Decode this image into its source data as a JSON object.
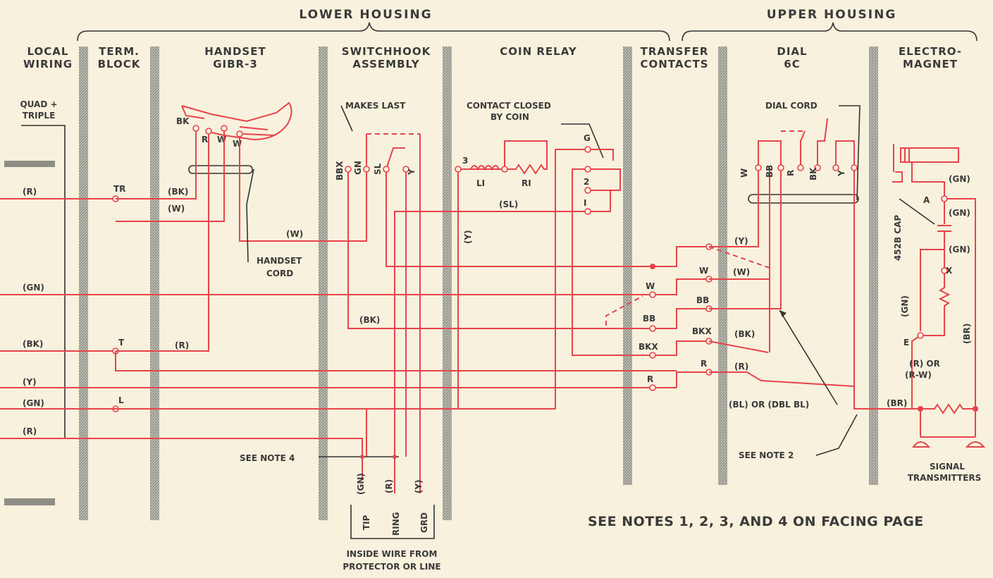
{
  "housings": {
    "lower": "LOWER HOUSING",
    "upper": "UPPER HOUSING"
  },
  "columns": {
    "local_wiring": [
      "LOCAL",
      "WIRING"
    ],
    "term_block": [
      "TERM.",
      "BLOCK"
    ],
    "handset": [
      "HANDSET",
      "GIBR-3"
    ],
    "switchhook": [
      "SWITCHHOOK",
      "ASSEMBLY"
    ],
    "coin_relay": "COIN RELAY",
    "transfer": [
      "TRANSFER",
      "CONTACTS"
    ],
    "dial": [
      "DIAL",
      "6C"
    ],
    "electromagnet": [
      "ELECTRO-",
      "MAGNET"
    ]
  },
  "annotations": {
    "quad_triple": [
      "QUAD +",
      "TRIPLE"
    ],
    "makes_last": "MAKES LAST",
    "contact_closed": [
      "CONTACT CLOSED",
      "BY COIN"
    ],
    "dial_cord": "DIAL CORD",
    "handset_cord": [
      "HANDSET",
      "CORD"
    ],
    "cap": "452B CAP",
    "see_note_4": "SEE NOTE 4",
    "see_note_2": "SEE NOTE 2",
    "signal_transmitters": [
      "SIGNAL",
      "TRANSMITTERS"
    ],
    "inside_wire": [
      "INSIDE WIRE FROM",
      "PROTECTOR OR LINE"
    ],
    "bl_or_dbl": "(BL) OR (DBL BL)",
    "r_or_rw": [
      "(R) OR",
      "(R-W)"
    ],
    "footer_note": "SEE NOTES 1, 2, 3, AND 4 ON FACING PAGE"
  },
  "terminals": {
    "tr": "TR",
    "t": "T",
    "l": "L",
    "bk": "BK",
    "r": "R",
    "w1": "W",
    "w2": "W",
    "bbx": "BBX",
    "gn": "GN",
    "sl": "SL",
    "y": "Y",
    "c3": "3",
    "li": "LI",
    "ri": "RI",
    "g": "G",
    "c2": "2",
    "c1": "I",
    "tw": "W",
    "tbb": "BB",
    "tbkx": "BKX",
    "tr2": "R",
    "dw": "W",
    "dbb": "BB",
    "dbkx": "BKX",
    "dr": "R",
    "dial_w": "W",
    "dial_bb": "BB",
    "dial_r": "R",
    "dial_bk": "BK",
    "dial_y": "Y",
    "ea": "A",
    "ex": "X",
    "ee": "E",
    "tip": "TIP",
    "ring": "RING",
    "grd": "GRD"
  },
  "wire_labels": {
    "local": [
      "(R)",
      "(GN)",
      "(BK)",
      "(Y)",
      "(GN)",
      "(R)"
    ],
    "bk1": "(BK)",
    "w1": "(W)",
    "w2": "(W)",
    "r1": "(R)",
    "sl": "(SL)",
    "yv": "(Y)",
    "bk2": "(BK)",
    "gn_tip": "(GN)",
    "r_ring": "(R)",
    "y_grd": "(Y)",
    "dy": "(Y)",
    "dw": "(W)",
    "dbk": "(BK)",
    "dr": "(R)",
    "egn1": "(GN)",
    "egn2": "(GN)",
    "egn3": "(GN)",
    "egn4": "(GN)",
    "br1": "(BR)",
    "br2": "(BR)"
  },
  "chips": [
    "",
    ""
  ]
}
